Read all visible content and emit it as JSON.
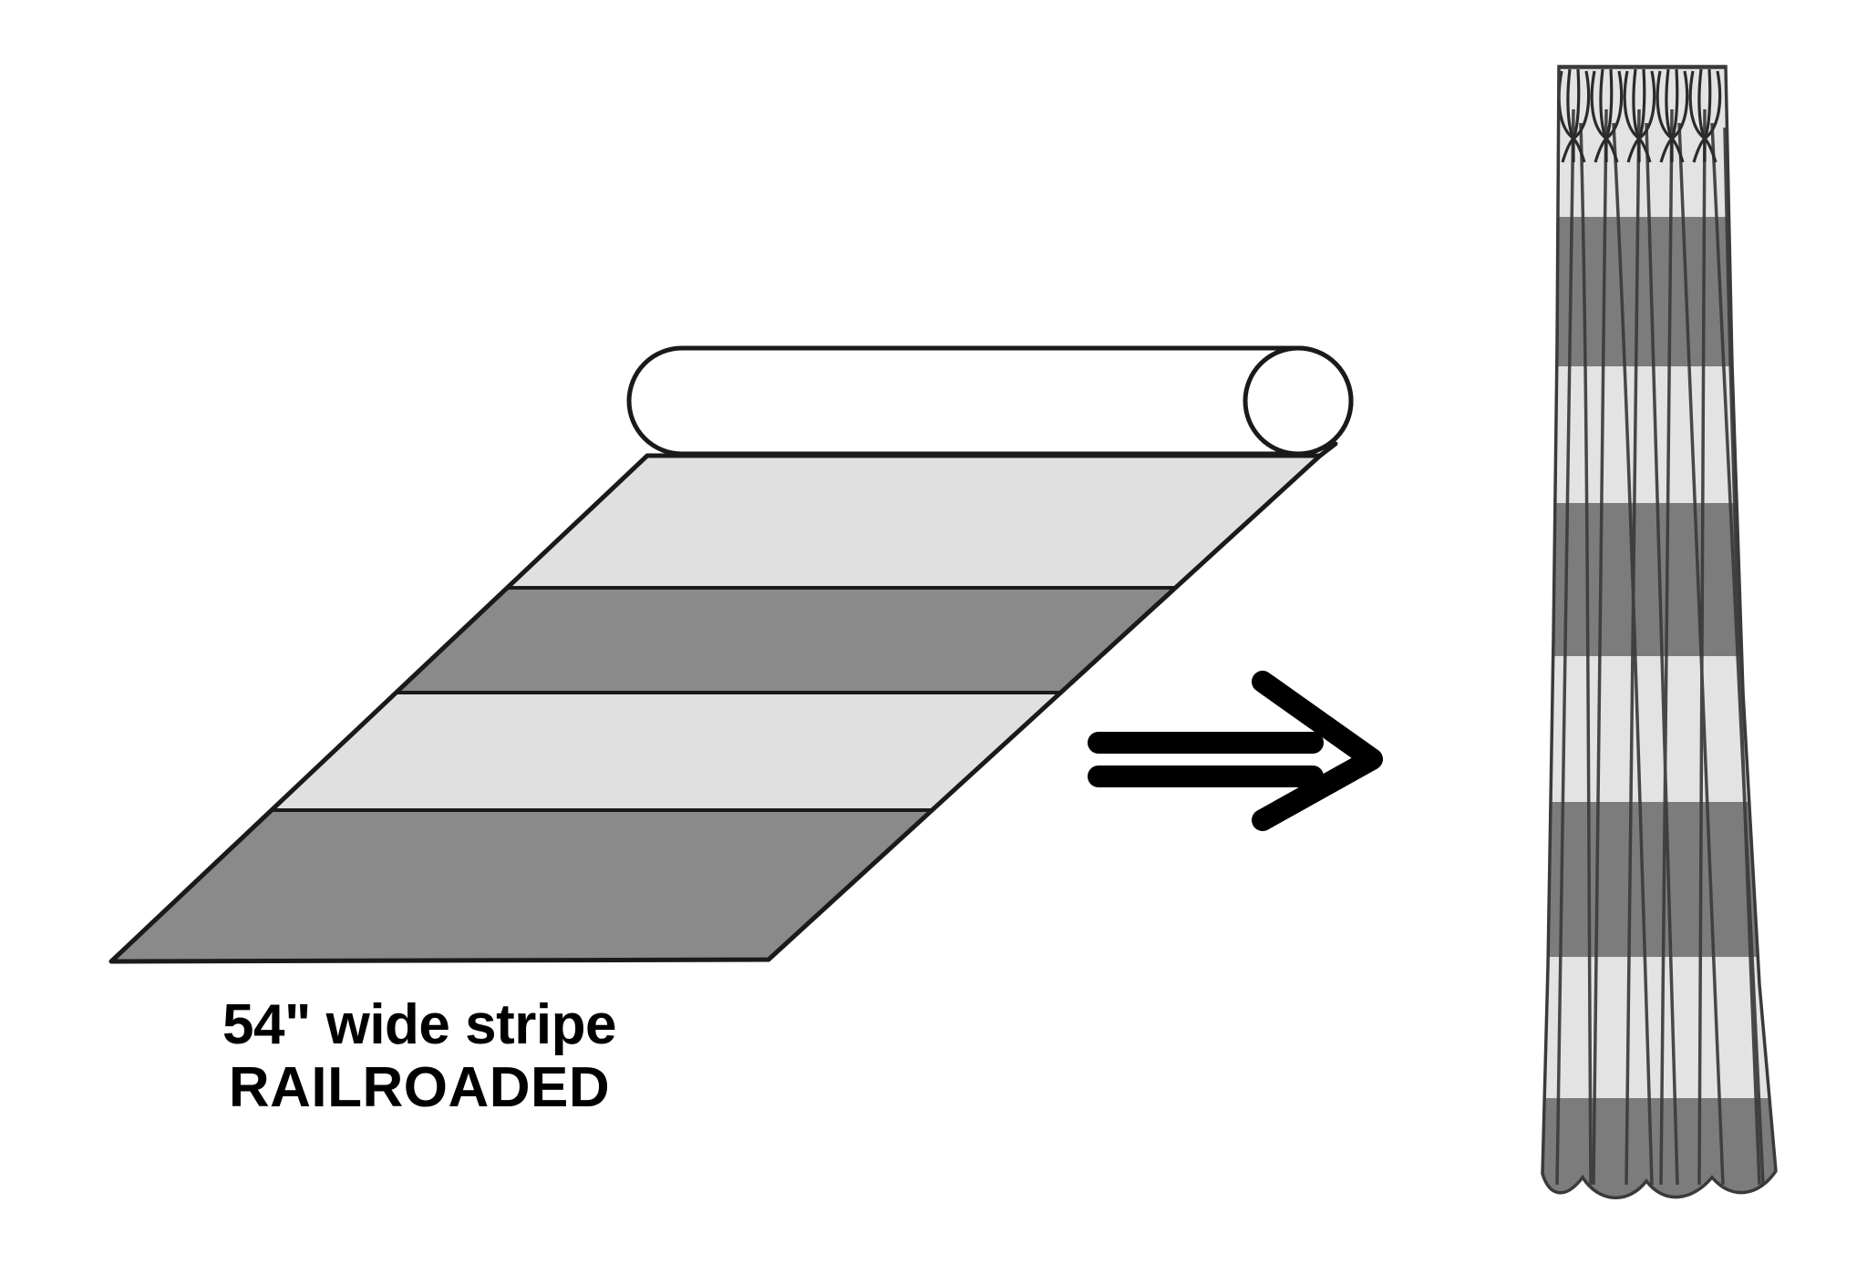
{
  "caption": {
    "line1": "54\" wide stripe",
    "line2": "RAILROADED"
  },
  "colors": {
    "background": "#ffffff",
    "stripe_light": "#e0e0e0",
    "stripe_dark": "#8a8a8a",
    "curtain_light": "#e3e3e3",
    "curtain_dark": "#7c7c7c",
    "outline": "#1a1a1a",
    "fold_line": "#3a3a3a",
    "arrow": "#000000",
    "roll_core": "#ffffff"
  },
  "diagram": {
    "title_semantic": "railroaded-stripe-fabric-to-drapery-panel",
    "left_item_label": "fabric bolt with horizontal railroaded stripes",
    "right_item_label": "finished pinch-pleat drapery panel",
    "arrow_label": "becomes"
  },
  "fabric_roll": {
    "name": "fabric-bolt",
    "core_visible": true,
    "end_cap_shape": "circle",
    "stripe_count": 4,
    "stripes": [
      {
        "index": 0,
        "shade": "light",
        "color": "#e0e0e0"
      },
      {
        "index": 1,
        "shade": "dark",
        "color": "#8a8a8a"
      },
      {
        "index": 2,
        "shade": "light",
        "color": "#e0e0e0"
      },
      {
        "index": 3,
        "shade": "dark",
        "color": "#8a8a8a"
      }
    ],
    "stripe_direction": "horizontal-railroaded",
    "width_inches": 54
  },
  "drapery_panel": {
    "name": "pinch-pleat-drapery-panel",
    "pleat_count": 5,
    "pleat_folds_per_pleat": 3,
    "fold_line_count": 11,
    "hem_style": "scalloped",
    "stripe_bands": [
      {
        "index": 0,
        "shade": "light",
        "color": "#e3e3e3"
      },
      {
        "index": 1,
        "shade": "dark",
        "color": "#7c7c7c"
      },
      {
        "index": 2,
        "shade": "light",
        "color": "#e3e3e3"
      },
      {
        "index": 3,
        "shade": "dark",
        "color": "#7c7c7c"
      },
      {
        "index": 4,
        "shade": "light",
        "color": "#e3e3e3"
      },
      {
        "index": 5,
        "shade": "dark",
        "color": "#7c7c7c"
      },
      {
        "index": 6,
        "shade": "light",
        "color": "#e3e3e3"
      },
      {
        "index": 7,
        "shade": "dark",
        "color": "#7c7c7c"
      }
    ]
  },
  "arrow": {
    "name": "transform-arrow",
    "glyph": "double-line-chevron-right",
    "direction": "right",
    "stroke_width": 22
  }
}
